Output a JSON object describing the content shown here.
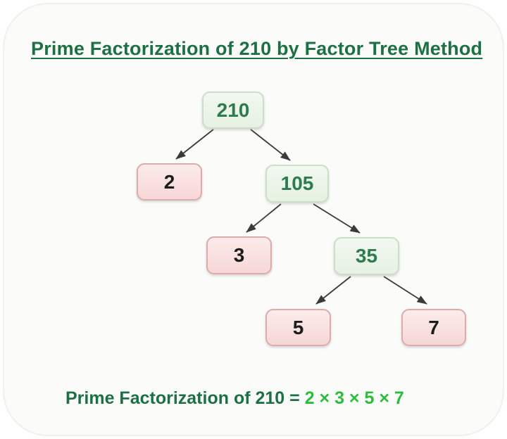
{
  "title": "Prime Factorization of 210 by Factor Tree Method",
  "tree": {
    "nodes": [
      {
        "label": "210",
        "kind": "composite"
      },
      {
        "label": "2",
        "kind": "prime"
      },
      {
        "label": "105",
        "kind": "composite"
      },
      {
        "label": "3",
        "kind": "prime"
      },
      {
        "label": "35",
        "kind": "composite"
      },
      {
        "label": "5",
        "kind": "prime"
      },
      {
        "label": "7",
        "kind": "prime"
      }
    ],
    "edges": [
      {
        "from": "210",
        "to": "2"
      },
      {
        "from": "210",
        "to": "105"
      },
      {
        "from": "105",
        "to": "3"
      },
      {
        "from": "105",
        "to": "35"
      },
      {
        "from": "35",
        "to": "5"
      },
      {
        "from": "35",
        "to": "7"
      }
    ]
  },
  "result": {
    "prefix": "Prime Factorization of 210 = ",
    "factors": "2 × 3 × 5 × 7"
  },
  "colors": {
    "title_green": "#1d7044",
    "bright_green": "#2ebc3f",
    "composite_fill": "#eaf4e8",
    "composite_border": "#c9dfc6",
    "composite_text": "#2d7c4f",
    "prime_fill": "#f7d7d7",
    "prime_border": "#dcabab",
    "prime_text": "#1c1c1c",
    "arrow": "#3a3a3a"
  }
}
